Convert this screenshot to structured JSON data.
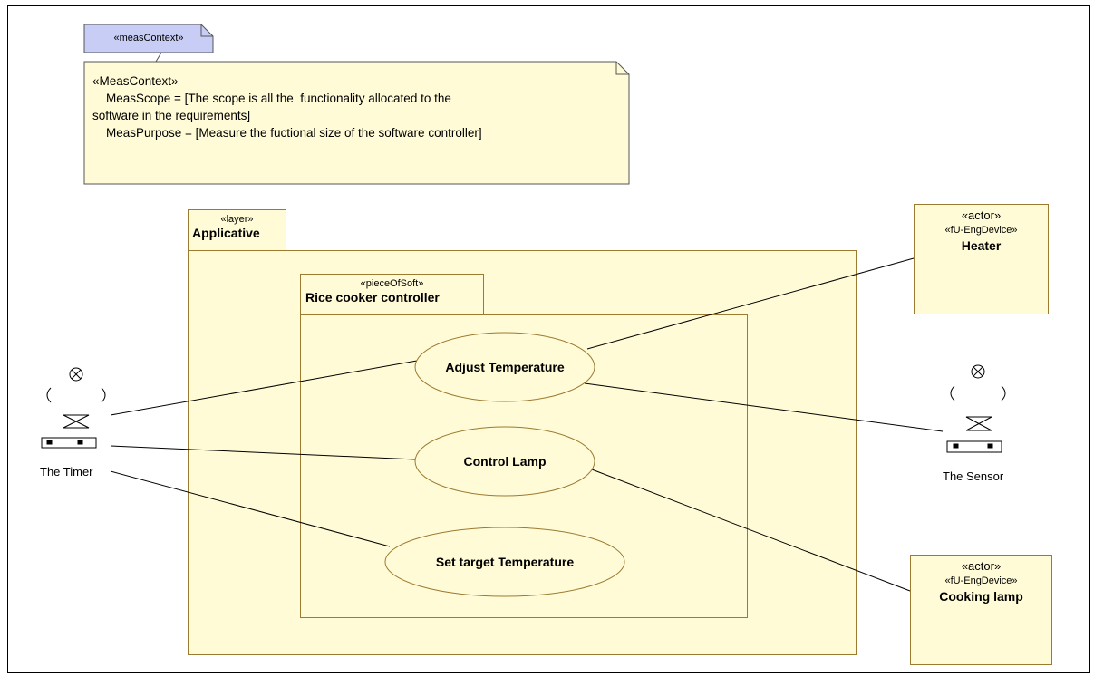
{
  "context_tag": {
    "label": "«measContext»"
  },
  "note": {
    "lines": [
      "«MeasContext»",
      "    MeasScope = [The scope is all the  functionality allocated to the",
      "software in the requirements]",
      "    MeasPurpose = [Measure the fuctional size of the software controller]"
    ]
  },
  "layer": {
    "stereotype": "«layer»",
    "name": "Applicative"
  },
  "piece": {
    "stereotype": "«pieceOfSoft»",
    "name": "Rice cooker controller"
  },
  "use_cases": [
    {
      "label": "Adjust Temperature"
    },
    {
      "label": "Control Lamp"
    },
    {
      "label": "Set target Temperature"
    }
  ],
  "actors": {
    "timer": {
      "label": "The Timer"
    },
    "sensor": {
      "label": "The Sensor"
    },
    "heater": {
      "stereotype1": "«actor»",
      "stereotype2": "«fU-EngDevice»",
      "name": "Heater"
    },
    "lamp": {
      "stereotype1": "«actor»",
      "stereotype2": "«fU-EngDevice»",
      "name": "Cooking lamp"
    }
  },
  "colors": {
    "box_fill": "#fffbd6",
    "box_border": "#9c7a30",
    "tag_fill": "#c8cdf5"
  }
}
